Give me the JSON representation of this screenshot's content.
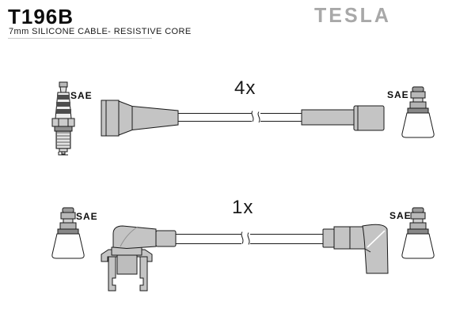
{
  "header": {
    "part_number": "T196B",
    "subtitle": "7mm SILICONE CABLE- RESISTIVE CORE",
    "brand": "TESLA"
  },
  "top_assembly": {
    "quantity": "4x",
    "left_label": "SAE",
    "right_label": "SAE",
    "left_end_icon": "spark-plug",
    "right_end_icon": "distributor-terminal",
    "cable_style": "straight boot both ends, break mark in middle"
  },
  "bottom_assembly": {
    "quantity": "1x",
    "left_label": "SAE",
    "right_label": "SAE",
    "left_end_icon": "distributor-terminal",
    "right_end_icon": "distributor-terminal",
    "cable_style": "90-degree boot with mounting bracket left, angled elbow boot right, break mark in middle"
  },
  "colors": {
    "boot_fill": "#c4c4c4",
    "boot_fill_dark": "#b0b0b0",
    "terminal_band": "#b8b8b8",
    "flange_dark": "#878787",
    "insulator_rib": "#4d4d4d",
    "brand_gray": "#a8a8a8",
    "outline": "#1a1a1a",
    "background": "#ffffff",
    "rule_gray": "#c8c8c8"
  }
}
